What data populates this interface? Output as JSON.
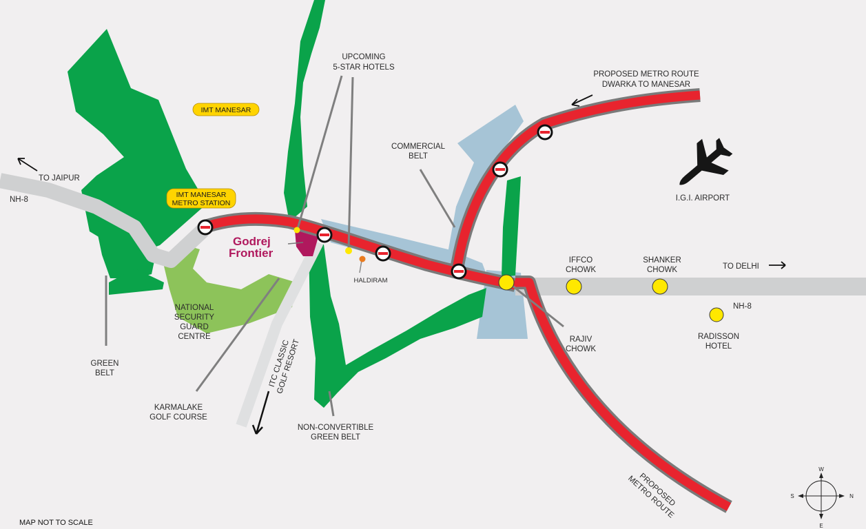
{
  "map": {
    "note": "MAP NOT TO SCALE",
    "brand": {
      "line1": "Godrej",
      "line2": "Frontier",
      "color": "#b0185d"
    },
    "colors": {
      "background": "#f1eff0",
      "green_belt": "#0aa34a",
      "golf_course": "#8dc35a",
      "commercial_belt": "#a6c4d6",
      "highway": "#cfd0d1",
      "metro": "#e8242e",
      "metro_casing": "#7a7a7a",
      "badge": "#ffd400"
    },
    "badges": {
      "imt_manesar": "IMT MANESAR",
      "metro_station_l1": "IMT MANESAR",
      "metro_station_l2": "METRO STATION"
    },
    "labels": {
      "to_jaipur": "TO JAIPUR",
      "nh8_west": "NH-8",
      "hotels_l1": "UPCOMING",
      "hotels_l2": "5-STAR HOTELS",
      "metro_dwarka_l1": "PROPOSED METRO ROUTE",
      "metro_dwarka_l2": "DWARKA TO MANESAR",
      "commercial_l1": "COMMERCIAL",
      "commercial_l2": "BELT",
      "airport": "I.G.I. AIRPORT",
      "iffco_l1": "IFFCO",
      "iffco_l2": "CHOWK",
      "shanker_l1": "SHANKER",
      "shanker_l2": "CHOWK",
      "to_delhi": "TO DELHI",
      "nh8_east": "NH-8",
      "radisson_l1": "RADISSON",
      "radisson_l2": "HOTEL",
      "rajiv_l1": "RAJIV",
      "rajiv_l2": "CHOWK",
      "haldiram": "HALDIRAM",
      "nsg_l1": "NATIONAL",
      "nsg_l2": "SECURITY",
      "nsg_l3": "GUARD",
      "nsg_l4": "CENTRE",
      "green_belt_l1": "GREEN",
      "green_belt_l2": "BELT",
      "karma_l1": "KARMALAKE",
      "karma_l2": "GOLF COURSE",
      "ncgb_l1": "NON-CONVERTIBLE",
      "ncgb_l2": "GREEN BELT",
      "itc_l1": "ITC CLASSIC",
      "itc_l2": "GOLF RESORT",
      "metro_route_l1": "PROPOSED",
      "metro_route_l2": "METRO ROUTE"
    },
    "compass": {
      "north": "N",
      "south": "S",
      "east": "E",
      "west": "W"
    },
    "icons": {
      "airport": "airplane-icon",
      "metro_station": "metro-station-icon",
      "direction": "arrow-icon"
    }
  }
}
